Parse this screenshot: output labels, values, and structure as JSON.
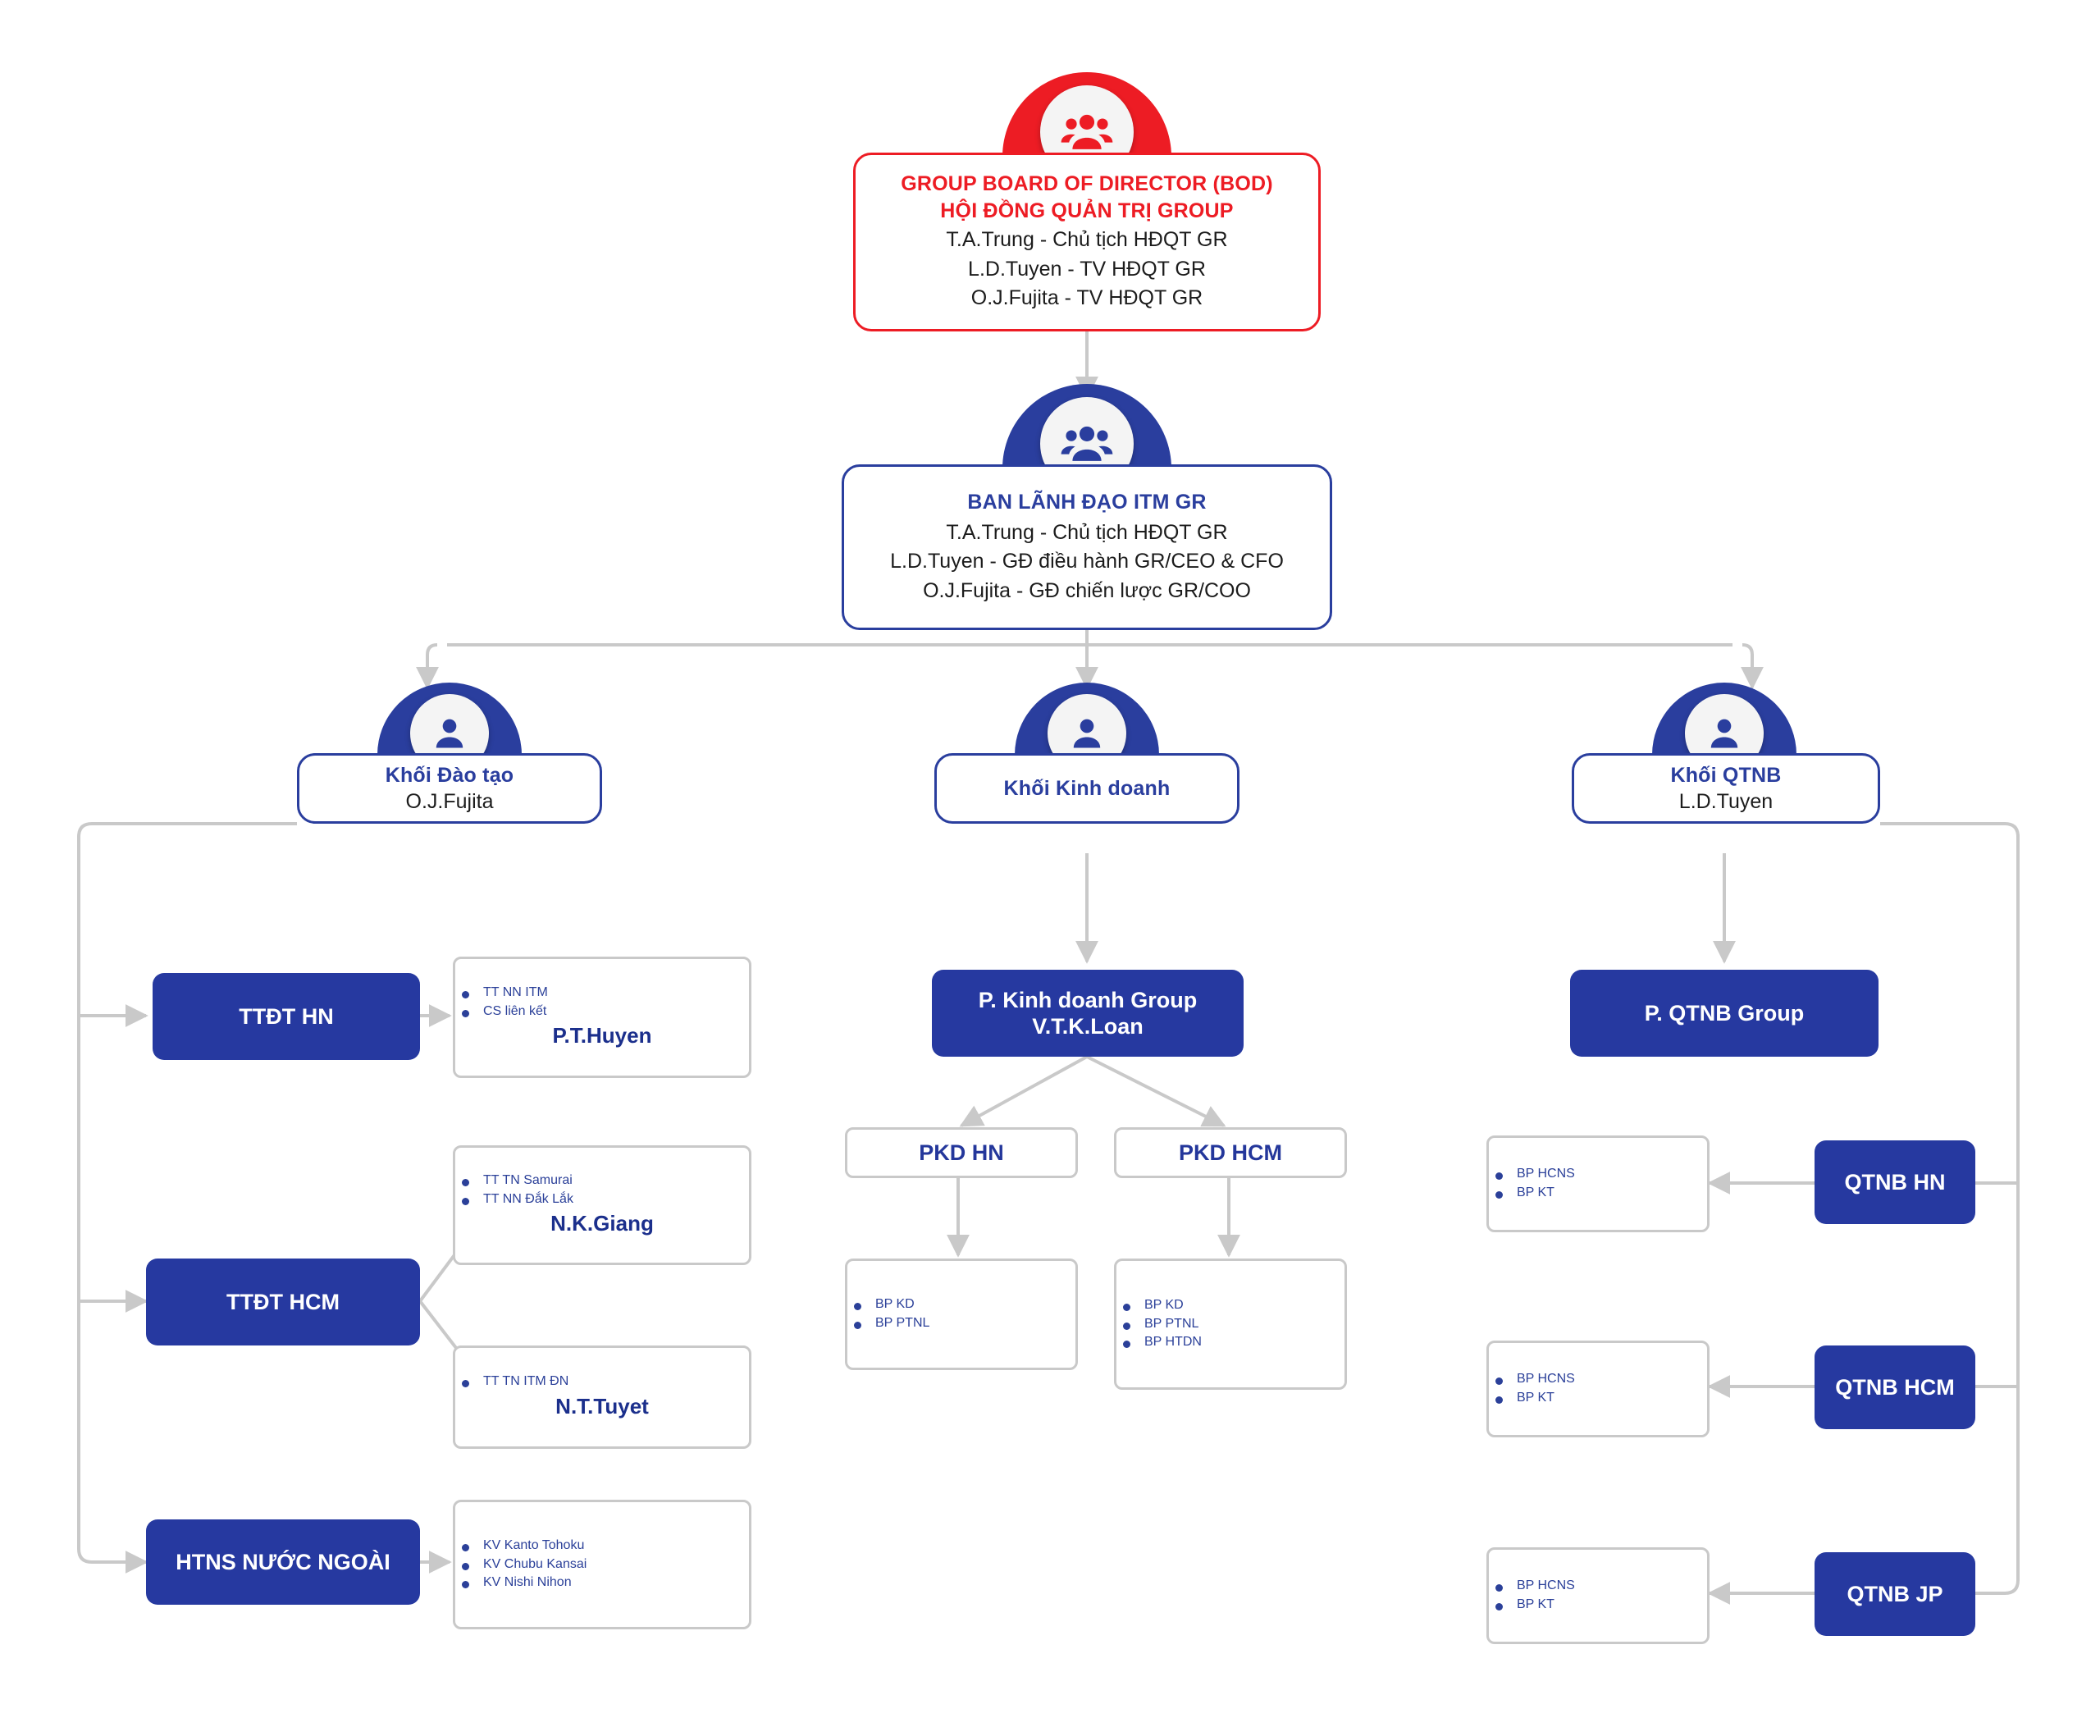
{
  "colors": {
    "red": "#ED1C24",
    "blue_outline": "#2A3E9E",
    "blue_solid": "#2639A0",
    "text_blue": "#2B4099",
    "wire_gray": "#c9c9c9"
  },
  "board": {
    "icon": "group-people-icon",
    "title_en": "GROUP BOARD OF DIRECTOR (BOD)",
    "title_vi": "HỘI ĐỒNG QUẢN TRỊ GROUP",
    "members": [
      "T.A.Trung - Chủ tịch HĐQT GR",
      "L.D.Tuyen - TV HĐQT GR",
      "O.J.Fujita - TV HĐQT GR"
    ]
  },
  "leadership": {
    "icon": "group-people-icon",
    "title": "BAN LÃNH ĐẠO ITM GR",
    "members": [
      "T.A.Trung - Chủ tịch HĐQT GR",
      "L.D.Tuyen - GĐ điều hành GR/CEO & CFO",
      "O.J.Fujita - GĐ chiến lược GR/COO"
    ]
  },
  "divisions": [
    {
      "icon": "person-icon",
      "title": "Khối Đào tạo",
      "owner": "O.J.Fujita"
    },
    {
      "icon": "person-icon",
      "title": "Khối Kinh doanh",
      "owner": ""
    },
    {
      "icon": "person-icon",
      "title": "Khối QTNB",
      "owner": "L.D.Tuyen"
    }
  ],
  "training": {
    "units": [
      {
        "label": "TTĐT HN"
      },
      {
        "label": "TTĐT HCM"
      },
      {
        "label": "HTNS NƯỚC NGOÀI"
      }
    ],
    "detail_boxes": [
      {
        "items": [
          "TT NN ITM",
          "CS liên kết"
        ],
        "owner": "P.T.Huyen"
      },
      {
        "items": [
          "TT TN Samurai",
          "TT NN Đắk Lắk"
        ],
        "owner": "N.K.Giang"
      },
      {
        "items": [
          "TT TN ITM ĐN"
        ],
        "owner": "N.T.Tuyet"
      },
      {
        "items": [
          "KV Kanto Tohoku",
          "KV Chubu Kansai",
          "KV Nishi Nihon"
        ],
        "owner": ""
      }
    ]
  },
  "sales": {
    "department": {
      "title": "P. Kinh doanh Group",
      "owner": "V.T.K.Loan"
    },
    "branches": [
      {
        "label": "PKD HN"
      },
      {
        "label": "PKD HCM"
      }
    ],
    "detail_boxes": [
      {
        "items": [
          "BP KD",
          "BP PTNL"
        ]
      },
      {
        "items": [
          "BP KD",
          "BP PTNL",
          "BP HTDN"
        ]
      }
    ]
  },
  "qtnb": {
    "department": {
      "title": "P. QTNB Group"
    },
    "units": [
      {
        "label": "QTNB HN"
      },
      {
        "label": "QTNB HCM"
      },
      {
        "label": "QTNB JP"
      }
    ],
    "detail_boxes": [
      {
        "items": [
          "BP HCNS",
          "BP KT"
        ]
      },
      {
        "items": [
          "BP HCNS",
          "BP KT"
        ]
      },
      {
        "items": [
          "BP HCNS",
          "BP KT"
        ]
      }
    ]
  }
}
